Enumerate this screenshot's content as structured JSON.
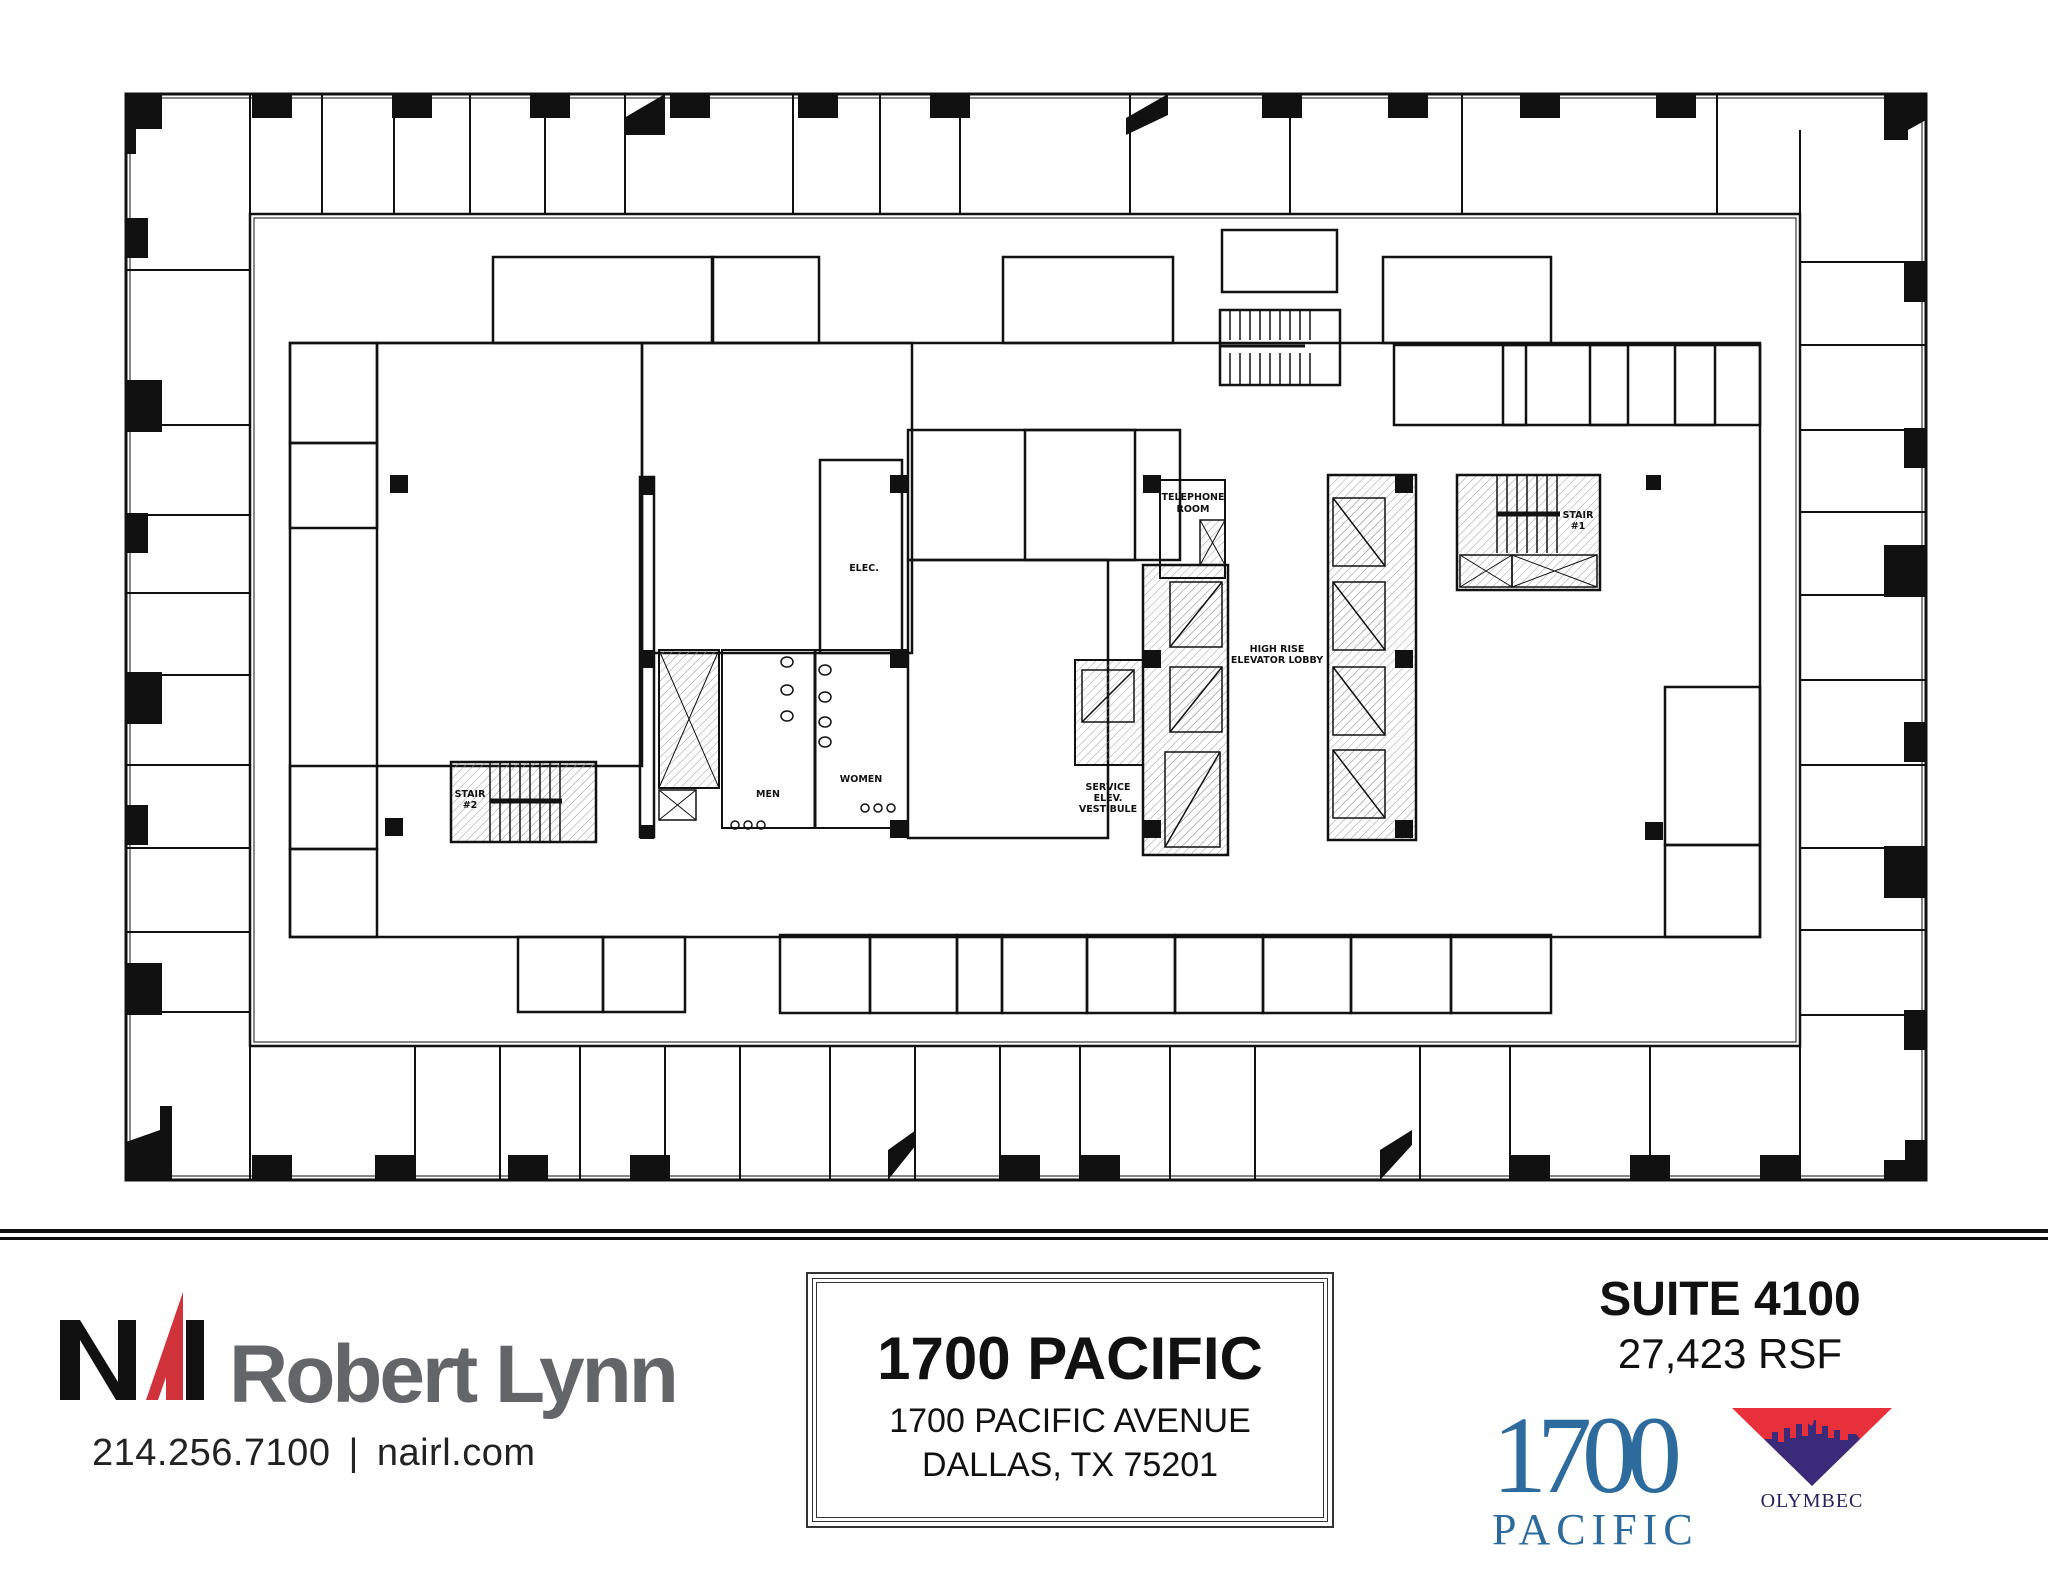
{
  "floor_plan": {
    "labels": {
      "telephone_room": [
        "TELEPHONE",
        "ROOM"
      ],
      "elec": "ELEC.",
      "high_rise_lobby": [
        "HIGH RISE",
        "ELEVATOR LOBBY"
      ],
      "men": "MEN",
      "women": "WOMEN",
      "service_vestibule": [
        "SERVICE",
        "ELEV.",
        "VESTIBULE"
      ],
      "stair_1": [
        "STAIR",
        "#1"
      ],
      "stair_2": [
        "STAIR",
        "#2"
      ]
    }
  },
  "broker": {
    "logo_mark": "NAI",
    "name": "Robert Lynn",
    "phone": "214.256.7100",
    "separator": "|",
    "website": "nairl.com",
    "colors": {
      "black": "#111111",
      "red": "#d0343a",
      "gray": "#636569"
    }
  },
  "property": {
    "name": "1700 PACIFIC",
    "street": "1700 PACIFIC AVENUE",
    "city_state_zip": "DALLAS, TX 75201"
  },
  "suite": {
    "title": "SUITE 4100",
    "area": "27,423 RSF"
  },
  "logos": {
    "pacific_logo_number": "1700",
    "pacific_logo_word": "PACIFIC",
    "pacific_color": "#2d6b9c",
    "olymbec_word": "OLYMBEC",
    "olymbec_colors": {
      "red": "#e8303a",
      "orange": "#f59a2a",
      "purple": "#3b2a7a"
    }
  }
}
